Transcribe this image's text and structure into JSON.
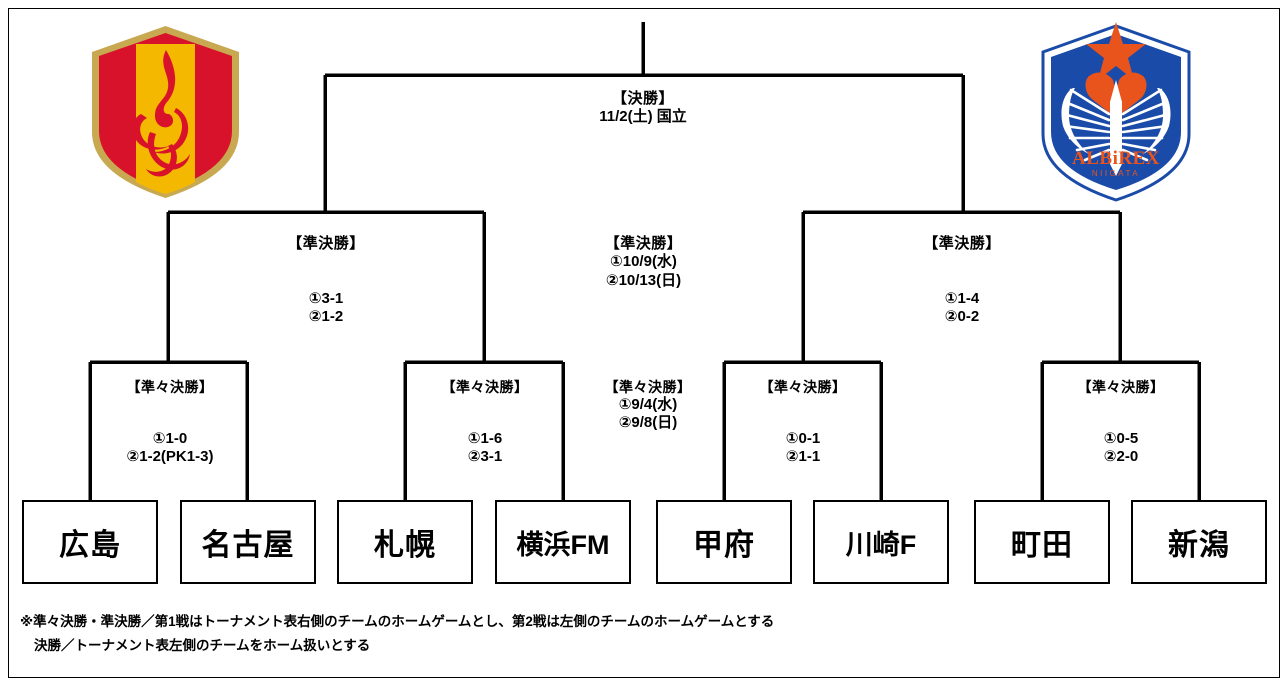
{
  "document": {
    "type": "tournament-bracket",
    "sport": "soccer"
  },
  "final": {
    "title": "【決勝】",
    "detail": "11/2(土)  国立"
  },
  "semifinals": {
    "center_label": {
      "title": "【準決勝】",
      "leg1": "①10/9(水)",
      "leg2": "②10/13(日)"
    },
    "left": {
      "title": "【準決勝】",
      "leg1": "①3-1",
      "leg2": "②1-2"
    },
    "right": {
      "title": "【準決勝】",
      "leg1": "①1-4",
      "leg2": "②0-2"
    }
  },
  "quarterfinals": {
    "center_label": {
      "title": "【準々決勝】",
      "leg1": "①9/4(水)",
      "leg2": "②9/8(日)"
    },
    "qf1": {
      "title": "【準々決勝】",
      "leg1": "①1-0",
      "leg2": "②1-2(PK1-3)"
    },
    "qf2": {
      "title": "【準々決勝】",
      "leg1": "①1-6",
      "leg2": "②3-1"
    },
    "qf3": {
      "title": "【準々決勝】",
      "leg1": "①0-1",
      "leg2": "②1-1"
    },
    "qf4": {
      "title": "【準々決勝】",
      "leg1": "①0-5",
      "leg2": "②2-0"
    }
  },
  "teams": [
    {
      "name": "広島"
    },
    {
      "name": "名古屋"
    },
    {
      "name": "札幌"
    },
    {
      "name": "横浜FM"
    },
    {
      "name": "甲府"
    },
    {
      "name": "川崎F"
    },
    {
      "name": "町田"
    },
    {
      "name": "新潟"
    }
  ],
  "crests": {
    "left": {
      "name": "nagoya-grampus-crest",
      "colors": {
        "gold": "#C8A951",
        "yellow": "#F5B800",
        "red": "#D8122A"
      }
    },
    "right": {
      "name": "albirex-niigata-crest",
      "colors": {
        "blue": "#1B4BA8",
        "orange": "#E8541C",
        "white": "#FFFFFF"
      }
    }
  },
  "notes": {
    "line1": "※準々決勝・準決勝／第1戦はトーナメント表右側のチームのホームゲームとし、第2戦は左側のチームのホームゲームとする",
    "line2": "決勝／トーナメント表左側のチームをホーム扱いとする"
  },
  "style": {
    "line_color": "#000000",
    "background": "#FFFFFF"
  }
}
